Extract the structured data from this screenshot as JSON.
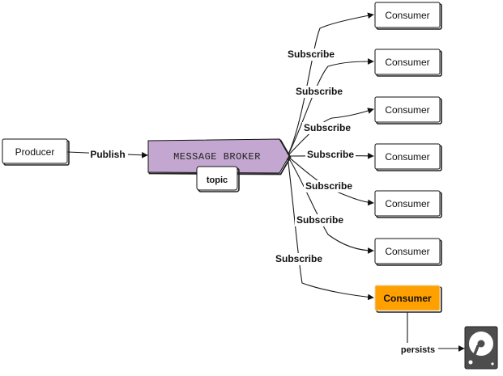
{
  "colors": {
    "broker_fill": "#c3a7d0",
    "highlight_fill": "#ffa000",
    "line": "#1a1a1a",
    "disk": "#4d4d4d"
  },
  "producer": {
    "label": "Producer"
  },
  "publish_edge": {
    "label": "Publish"
  },
  "broker": {
    "label": "MESSAGE BROKER",
    "tag": "topic"
  },
  "subscribe_label": "Subscribe",
  "consumers": [
    {
      "label": "Consumer",
      "highlighted": false
    },
    {
      "label": "Consumer",
      "highlighted": false
    },
    {
      "label": "Consumer",
      "highlighted": false
    },
    {
      "label": "Consumer",
      "highlighted": false
    },
    {
      "label": "Consumer",
      "highlighted": false
    },
    {
      "label": "Consumer",
      "highlighted": false
    },
    {
      "label": "Consumer",
      "highlighted": true
    }
  ],
  "persists_edge": {
    "label": "persists"
  },
  "storage": {
    "icon": "hard-disk-icon"
  }
}
